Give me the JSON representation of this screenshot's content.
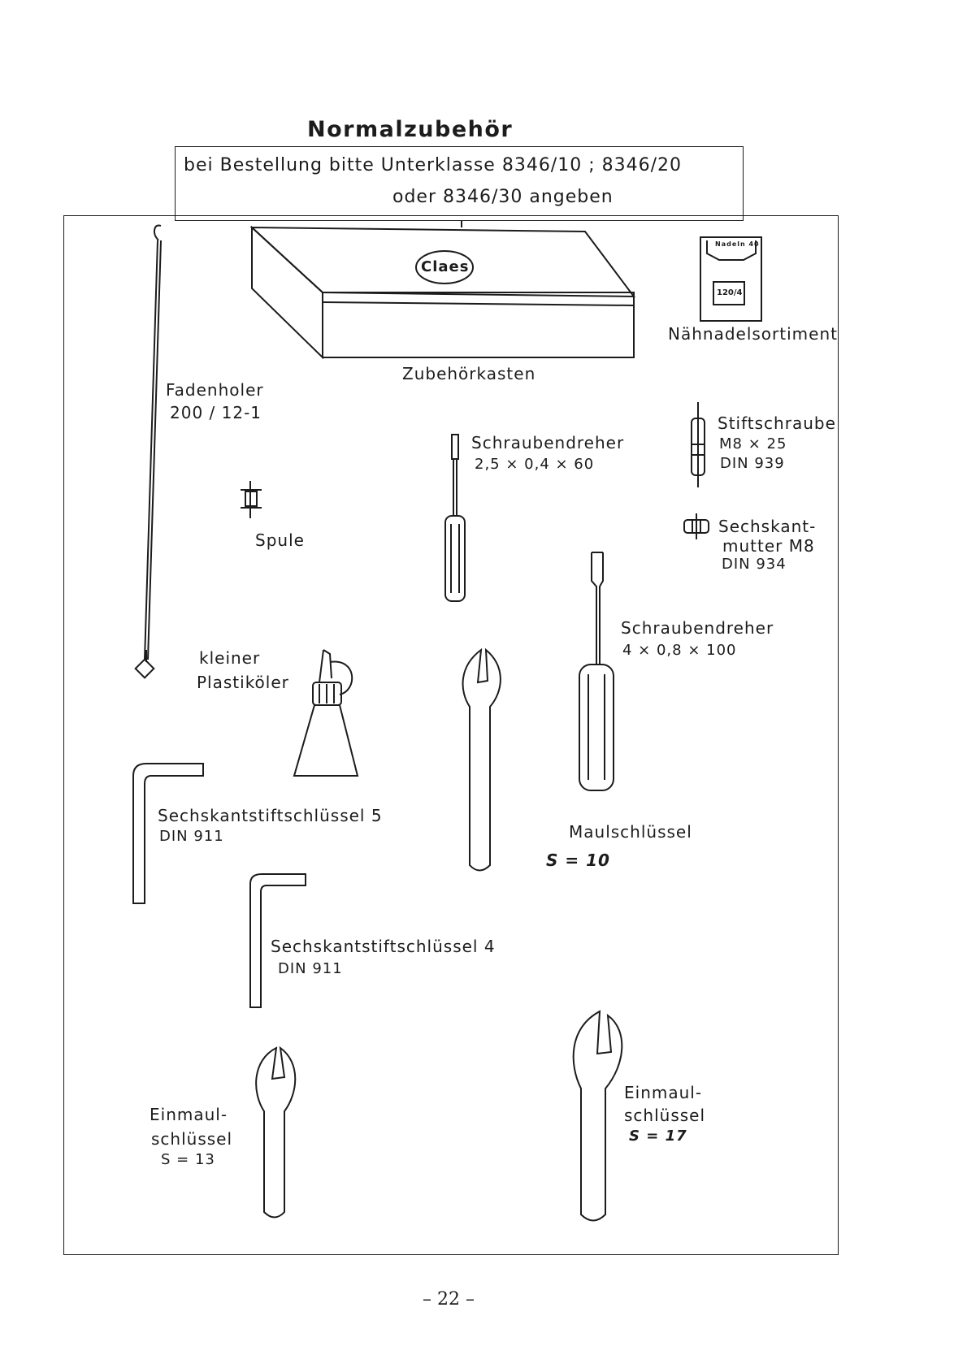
{
  "title": "Normalzubehör",
  "order_note": {
    "line1": "bei Bestellung bitte Unterklasse 8346/10 ; 8346/20",
    "line2": "oder 8346/30 angeben"
  },
  "items": {
    "box": {
      "label": "Zubehörkasten",
      "logo": "Claes"
    },
    "needle_set": {
      "label": "Nähnadelsortiment",
      "pack_top": "Nadeln 40",
      "pack_num": "120/4"
    },
    "thread_puller": {
      "label": "Fadenholer",
      "code": "200 / 12-1"
    },
    "spool": {
      "label": "Spule"
    },
    "screwdriver_small": {
      "label": "Schraubendreher",
      "size": "2,5 × 0,4 × 60"
    },
    "stud_screw": {
      "label": "Stiftschraube",
      "size": "M8 × 25",
      "din": "DIN 939"
    },
    "hex_nut": {
      "label1": "Sechskant-",
      "label2": "mutter M8",
      "din": "DIN 934"
    },
    "screwdriver_large": {
      "label": "Schraubendreher",
      "size": "4 × 0,8 × 100"
    },
    "oiler": {
      "label1": "kleiner",
      "label2": "Plastiköler"
    },
    "hex_key_5": {
      "label": "Sechskantstiftschlüssel 5",
      "din": "DIN 911"
    },
    "open_wrench": {
      "label": "Maulschlüssel",
      "size": "S = 10"
    },
    "hex_key_4": {
      "label": "Sechskantstiftschlüssel 4",
      "din": "DIN 911"
    },
    "wrench_13": {
      "label1": "Einmaul-",
      "label2": "schlüssel",
      "size": "S = 13"
    },
    "wrench_17": {
      "label1": "Einmaul-",
      "label2": "schlüssel",
      "size": "S = 17"
    }
  },
  "page_number": "– 22 –"
}
